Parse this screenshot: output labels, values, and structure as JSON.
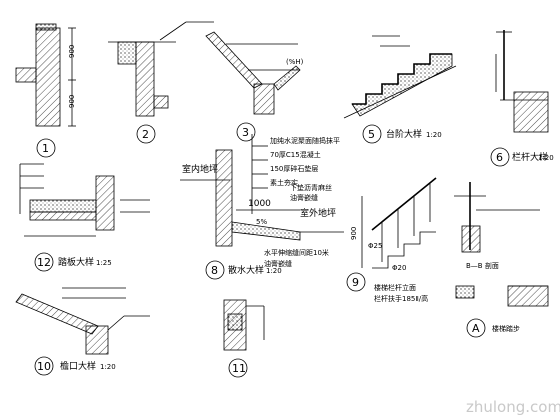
{
  "details": {
    "d1": {
      "num": "1",
      "dims": [
        "900",
        "900"
      ]
    },
    "d2": {
      "num": "2"
    },
    "d3": {
      "num": "3",
      "note": "(%H)"
    },
    "d5": {
      "num": "5",
      "caption": "台阶大样"
    },
    "d6": {
      "num": "6",
      "caption": "栏杆大样"
    },
    "d8": {
      "num": "8",
      "caption": "散水大样",
      "indoor": "室内地坪",
      "outdoor": "室外地坪",
      "width": "1000",
      "slope": "5%",
      "notes": [
        "加纯水泥聚面随捣抹平",
        "70厚C15混凝土",
        "150厚碎石垫层",
        "素土夯实"
      ],
      "side": [
        "油膏嵌缝",
        "下垫沥青麻丝"
      ],
      "bottom": [
        "水平伸缩缝间距10米",
        "油膏嵌缝"
      ]
    },
    "d9": {
      "num": "9",
      "caption": "楼梯栏杆立面",
      "sub": "栏杆扶手185Ⅱ/高",
      "dims": [
        "900",
        "Φ25",
        "Φ20"
      ]
    },
    "d10": {
      "num": "10",
      "caption": "檐口大样"
    },
    "d11": {
      "num": "11"
    },
    "d12": {
      "num": "12",
      "caption": "踏板大样"
    },
    "dA": {
      "num": "A",
      "caption": "楼梯踏步",
      "section": "B—B 剖面"
    }
  },
  "scales": {
    "s1_20": "1:20",
    "s1_25": "1:25"
  },
  "watermark": "zhulong.com"
}
